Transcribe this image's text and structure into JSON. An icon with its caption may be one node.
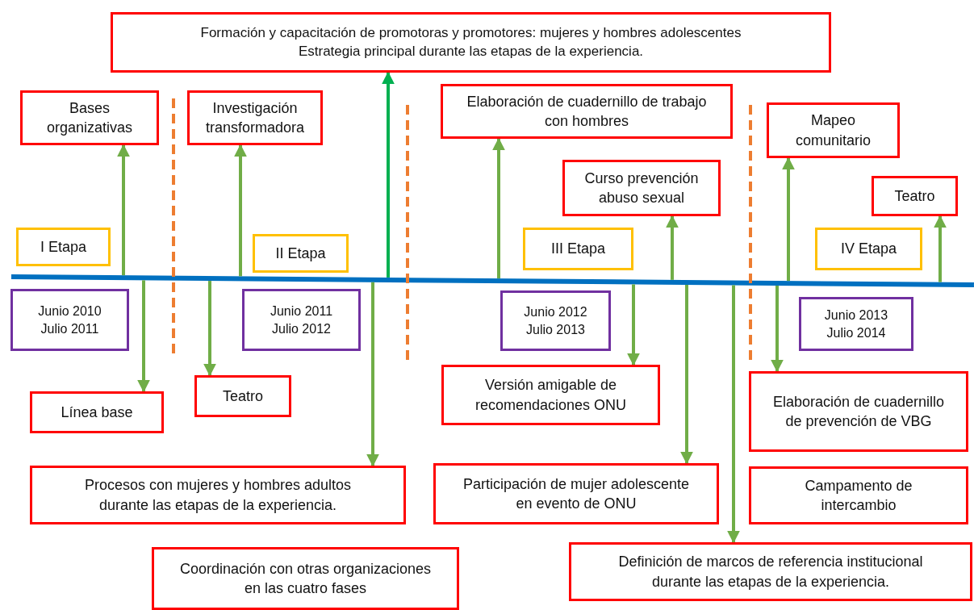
{
  "diagram": {
    "nodes": [
      {
        "text": [
          "Formación y capacitación de promotoras y promotores: mujeres y hombres adolescentes",
          "Estrategia principal durante las etapas de la experiencia."
        ]
      },
      {
        "text": [
          "Bases organizativas"
        ]
      },
      {
        "text": [
          "Investigación transformadora"
        ]
      },
      {
        "text": [
          "Elaboración de cuadernillo de trabajo con hombres"
        ]
      },
      {
        "text": [
          "Mapeo comunitario"
        ]
      },
      {
        "text": [
          "Curso prevención abuso sexual"
        ]
      },
      {
        "text": [
          "Teatro"
        ]
      },
      {
        "text": [
          "I Etapa"
        ]
      },
      {
        "text": [
          "II Etapa"
        ]
      },
      {
        "text": [
          "III Etapa"
        ]
      },
      {
        "text": [
          "IV Etapa"
        ]
      },
      {
        "text": [],
        "shape": "bar"
      },
      {
        "text": [
          "Junio 2010",
          "Julio 2011"
        ]
      },
      {
        "text": [
          "Junio 2011",
          "Julio 2012"
        ]
      },
      {
        "text": [
          "Junio 2012",
          "Julio 2013"
        ]
      },
      {
        "text": [
          "Junio 2013",
          "Julio 2014"
        ]
      },
      {
        "text": [
          "Línea base"
        ]
      },
      {
        "text": [
          "Teatro"
        ]
      },
      {
        "text": [
          "Versión amigable de recomendaciones ONU"
        ]
      },
      {
        "text": [
          "Elaboración de cuadernillo de prevención de VBG"
        ]
      },
      {
        "text": [
          "Procesos con mujeres y hombres adultos durante las etapas de la experiencia."
        ]
      },
      {
        "text": [
          "Participación de mujer adolescente en evento de ONU"
        ]
      },
      {
        "text": [
          "Campamento de intercambio"
        ]
      },
      {
        "text": [
          "Coordinación con otras organizaciones en las cuatro fases"
        ]
      },
      {
        "text": [
          "Definición de marcos de referencia institucional durante las etapas de la experiencia."
        ]
      }
    ],
    "edges": [
      {
        "from": 11,
        "to": 1,
        "arrow": "to"
      },
      {
        "from": 11,
        "to": 16,
        "arrow": "to"
      },
      {
        "from": 11,
        "to": 17,
        "arrow": "to"
      },
      {
        "from": 11,
        "to": 2,
        "arrow": "to"
      },
      {
        "from": 11,
        "to": 20,
        "arrow": "to"
      },
      {
        "from": 11,
        "to": 0,
        "arrow": "to",
        "color": "#00b050"
      },
      {
        "from": 11,
        "to": 3,
        "arrow": "to"
      },
      {
        "from": 11,
        "to": 18,
        "arrow": "to"
      },
      {
        "from": 11,
        "to": 5,
        "arrow": "to"
      },
      {
        "from": 11,
        "to": 21,
        "arrow": "to"
      },
      {
        "from": 11,
        "to": 24,
        "arrow": "to"
      },
      {
        "from": 11,
        "to": 4,
        "arrow": "to"
      },
      {
        "from": 11,
        "to": 19,
        "arrow": "to"
      },
      {
        "from": 11,
        "to": 6,
        "arrow": "to"
      }
    ]
  }
}
